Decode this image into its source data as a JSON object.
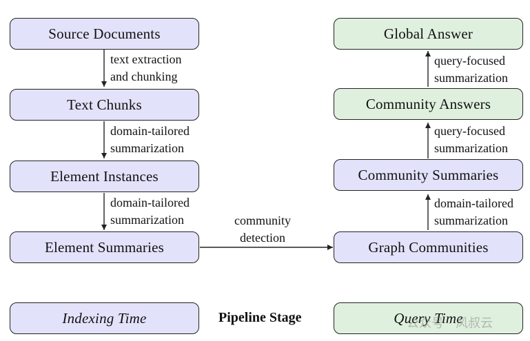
{
  "left_nodes": {
    "source_documents": "Source Documents",
    "text_chunks": "Text Chunks",
    "element_instances": "Element Instances",
    "element_summaries": "Element Summaries"
  },
  "right_nodes": {
    "global_answer": "Global Answer",
    "community_answers": "Community Answers",
    "community_summaries": "Community Summaries",
    "graph_communities": "Graph Communities"
  },
  "edge_labels": {
    "text_extraction": [
      "text extraction",
      "and chunking"
    ],
    "domain_tailored_1": [
      "domain-tailored",
      "summarization"
    ],
    "domain_tailored_2": [
      "domain-tailored",
      "summarization"
    ],
    "community_detection": [
      "community",
      "detection"
    ],
    "domain_tailored_3": [
      "domain-tailored",
      "summarization"
    ],
    "query_focused_1": [
      "query-focused",
      "summarization"
    ],
    "query_focused_2": [
      "query-focused",
      "summarization"
    ]
  },
  "legend": {
    "indexing_time": "Indexing Time",
    "pipeline_stage": "Pipeline Stage",
    "query_time": "Query Time"
  },
  "colors": {
    "indexing_fill": "#e2e2fb",
    "query_fill": "#dff0df",
    "stroke": "#222222"
  },
  "watermark": "公众号 · 风叔云"
}
